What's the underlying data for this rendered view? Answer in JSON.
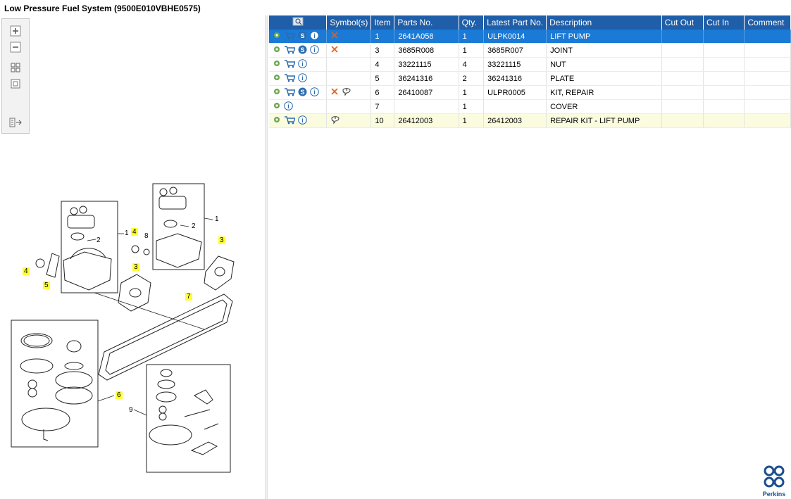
{
  "window": {
    "title": "Low Pressure Fuel System (9500E010VBHE0575)"
  },
  "toolbar": {
    "buttons": [
      "zoom-in",
      "zoom-out",
      "fit-page",
      "actual-size",
      "export"
    ]
  },
  "table": {
    "headers": [
      "",
      "Symbol(s)",
      "Item",
      "Parts No.",
      "Qty.",
      "Latest Part No.",
      "Description",
      "Cut Out",
      "Cut In",
      "Comment"
    ],
    "rows": [
      {
        "item": "1",
        "part_no": "2641A058",
        "qty": "1",
        "latest": "ULPK0014",
        "desc": "LIFT PUMP",
        "cut_out": "",
        "cut_in": "",
        "comment": "",
        "icons": [
          "gear-icon",
          "cart-icon",
          "s-icon",
          "info-icon"
        ],
        "symbols": [
          "cross-icon"
        ],
        "state": "selected"
      },
      {
        "item": "3",
        "part_no": "3685R008",
        "qty": "1",
        "latest": "3685R007",
        "desc": "JOINT",
        "cut_out": "",
        "cut_in": "",
        "comment": "",
        "icons": [
          "gear-icon",
          "cart-icon",
          "s-icon",
          "info-icon"
        ],
        "symbols": [
          "cross-icon"
        ],
        "state": ""
      },
      {
        "item": "4",
        "part_no": "33221115",
        "qty": "4",
        "latest": "33221115",
        "desc": "NUT",
        "cut_out": "",
        "cut_in": "",
        "comment": "",
        "icons": [
          "gear-icon",
          "cart-icon",
          "info-icon"
        ],
        "symbols": [],
        "state": ""
      },
      {
        "item": "5",
        "part_no": "36241316",
        "qty": "2",
        "latest": "36241316",
        "desc": "PLATE",
        "cut_out": "",
        "cut_in": "",
        "comment": "",
        "icons": [
          "gear-icon",
          "cart-icon",
          "info-icon"
        ],
        "symbols": [],
        "state": ""
      },
      {
        "item": "6",
        "part_no": "26410087",
        "qty": "1",
        "latest": "ULPR0005",
        "desc": "KIT, REPAIR",
        "cut_out": "",
        "cut_in": "",
        "comment": "",
        "icons": [
          "gear-icon",
          "cart-icon",
          "s-icon",
          "info-icon"
        ],
        "symbols": [
          "cross-icon",
          "speech-icon"
        ],
        "state": ""
      },
      {
        "item": "7",
        "part_no": "",
        "qty": "1",
        "latest": "",
        "desc": "COVER",
        "cut_out": "",
        "cut_in": "",
        "comment": "",
        "icons": [
          "gear-icon",
          "info-icon"
        ],
        "symbols": [],
        "state": ""
      },
      {
        "item": "10",
        "part_no": "26412003",
        "qty": "1",
        "latest": "26412003",
        "desc": "REPAIR KIT - LIFT PUMP",
        "cut_out": "",
        "cut_in": "",
        "comment": "",
        "icons": [
          "gear-icon",
          "cart-icon",
          "info-icon"
        ],
        "symbols": [
          "speech-icon"
        ],
        "state": "highlight"
      }
    ]
  },
  "diagram": {
    "callouts": [
      "4",
      "4",
      "5",
      "3",
      "3",
      "7",
      "6"
    ],
    "labels": [
      "1",
      "1",
      "2",
      "2",
      "8",
      "9"
    ]
  },
  "logo": {
    "text": "Perkins"
  },
  "colors": {
    "header": "#1f5ea8",
    "selected": "#1a7ad6",
    "highlight": "#fbfbe0",
    "callout": "#ffff33"
  }
}
